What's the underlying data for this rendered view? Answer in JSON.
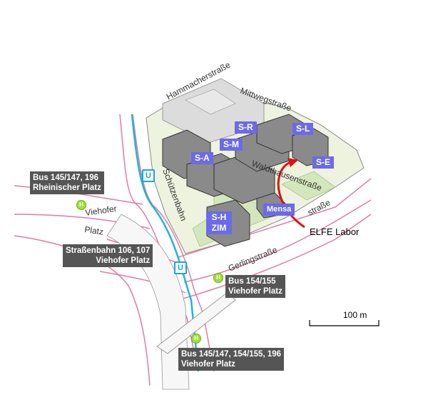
{
  "streets": {
    "hammacher": "Hammacherstraße",
    "mittweg": "Mittwegstraße",
    "waldthausen": "Waldthausenstraße",
    "schuetzenbahn": "Schützenbahn",
    "viehofer": "Viehofer",
    "platz": "Platz",
    "gerling": "Gerlingstraße",
    "strasse": "straße"
  },
  "buildings": {
    "sr": "S-R",
    "sl": "S-L",
    "sm": "S-M",
    "sa": "S-A",
    "se": "S-E",
    "sh": "S-H",
    "zim": "ZIM",
    "mensa": "Mensa"
  },
  "stops": {
    "bus_rheinischer": {
      "line1": "Bus 145/147, 196",
      "line2": "Rheinischer Platz"
    },
    "tram_viehofer": {
      "line1": "Straßenbahn 106, 107",
      "line2": "Viehofer Platz"
    },
    "bus_154": {
      "line1": "Bus 154/155",
      "line2": "Viehofer Platz"
    },
    "bus_all": {
      "line1": "Bus 145/147, 154/155, 196",
      "line2": "Viehofer Platz"
    }
  },
  "symbols": {
    "ubahn": "U",
    "bus": "H"
  },
  "annotation": {
    "elfe": "ELFE Labor"
  },
  "scale": {
    "label": "100 m"
  },
  "colors": {
    "campus_fill": "#eef3df",
    "grass_fill": "#d4e6bc",
    "building_fill": "#8a8a8a",
    "planned_building_fill": "#dcdcdc",
    "road_line": "#e27aa6",
    "tram_line": "#21b3de",
    "label_bg": "#6b6be8",
    "stop_bg": "#555555",
    "arrow": "#e01010"
  }
}
